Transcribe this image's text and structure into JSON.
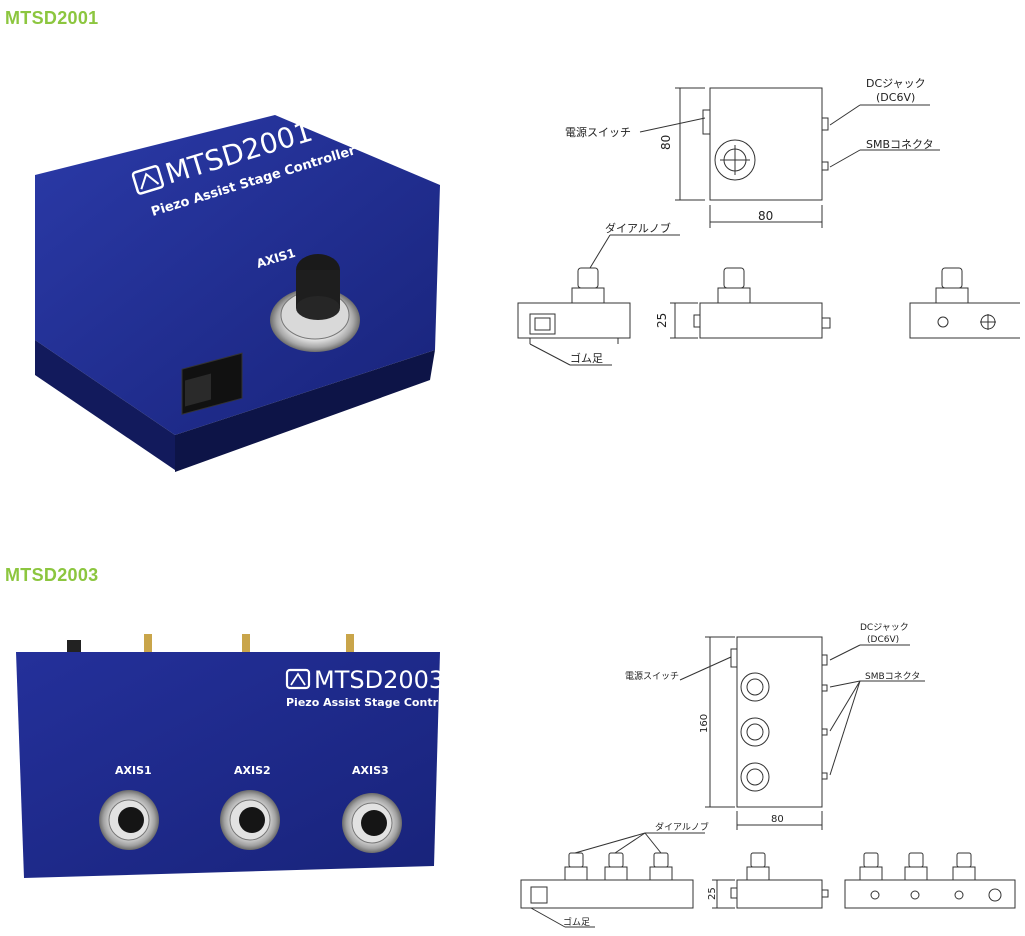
{
  "sections": [
    {
      "title": "MTSD2001",
      "photo": {
        "brand": "MTSD2001",
        "subtitle": "Piezo Assist Stage Controller",
        "axis_labels": [
          "AXIS1"
        ]
      },
      "drawing": {
        "labels": {
          "dc_jack": "DCジャック",
          "dc_voltage": "(DC6V)",
          "power_switch": "電源スイッチ",
          "smb_connector": "SMBコネクタ",
          "dial_knob": "ダイアルノブ",
          "rubber_feet": "ゴム足"
        },
        "dims": {
          "height": "80",
          "width": "80",
          "depth": "25"
        }
      }
    },
    {
      "title": "MTSD2003",
      "photo": {
        "brand": "MTSD2003",
        "subtitle": "Piezo Assist Stage Controller",
        "axis_labels": [
          "AXIS1",
          "AXIS2",
          "AXIS3"
        ]
      },
      "drawing": {
        "labels": {
          "dc_jack": "DCジャック",
          "dc_voltage": "(DC6V)",
          "power_switch": "電源スイッチ",
          "smb_connector": "SMBコネクタ",
          "dial_knob": "ダイアルノブ",
          "rubber_feet": "ゴム足"
        },
        "dims": {
          "height": "160",
          "width": "80",
          "depth": "25"
        }
      }
    }
  ],
  "colors": {
    "title_green": "#8cc63f",
    "panel_blue": "#1f2f8f",
    "panel_blue_dark": "#141e63",
    "line_gray": "#555555"
  }
}
